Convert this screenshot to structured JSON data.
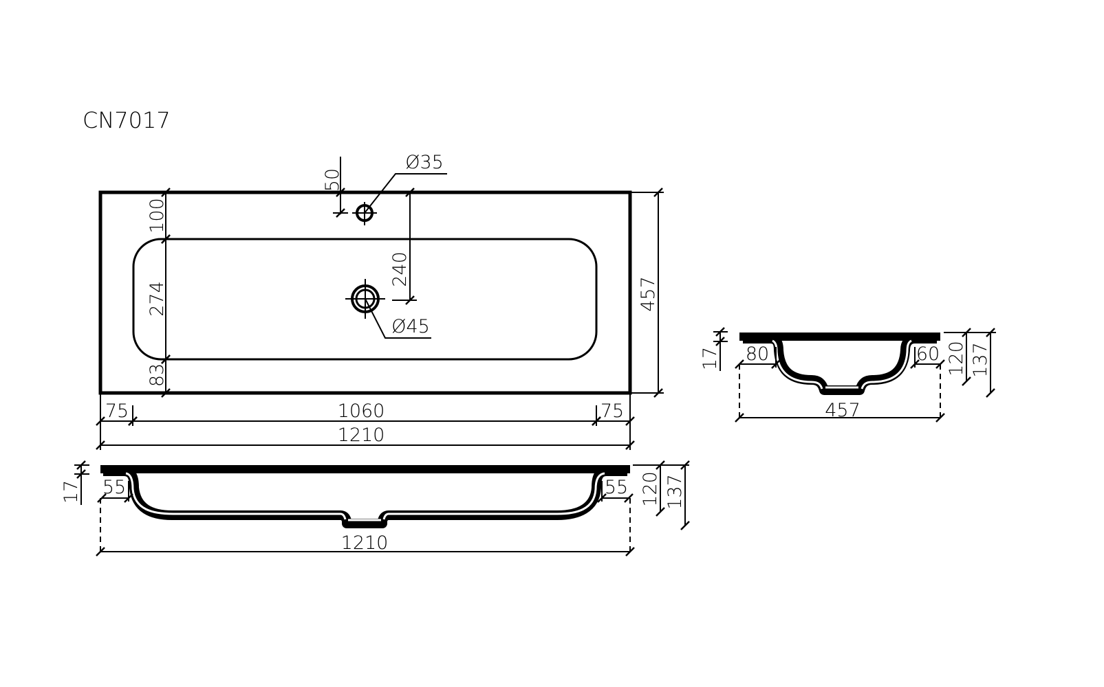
{
  "model": "CN7017",
  "plan_view": {
    "tap_offset": "50",
    "tap_hole_diameter": "Ø35",
    "drain_distance": "240",
    "drain_diameter": "Ø45",
    "left_dims": [
      "100",
      "274",
      "83"
    ],
    "depth": "457",
    "horizontal_dims": [
      "75",
      "1060",
      "75"
    ],
    "total_width": "1210"
  },
  "front_view": {
    "plate_thickness": "17",
    "left_rim": "55",
    "right_rim": "55",
    "basin_depth": "120",
    "total_height": "137",
    "total_width": "1210"
  },
  "side_view": {
    "plate_thickness": "17",
    "front_rim": "80",
    "back_rim": "60",
    "basin_depth": "120",
    "total_height": "137",
    "total_depth": "457"
  }
}
